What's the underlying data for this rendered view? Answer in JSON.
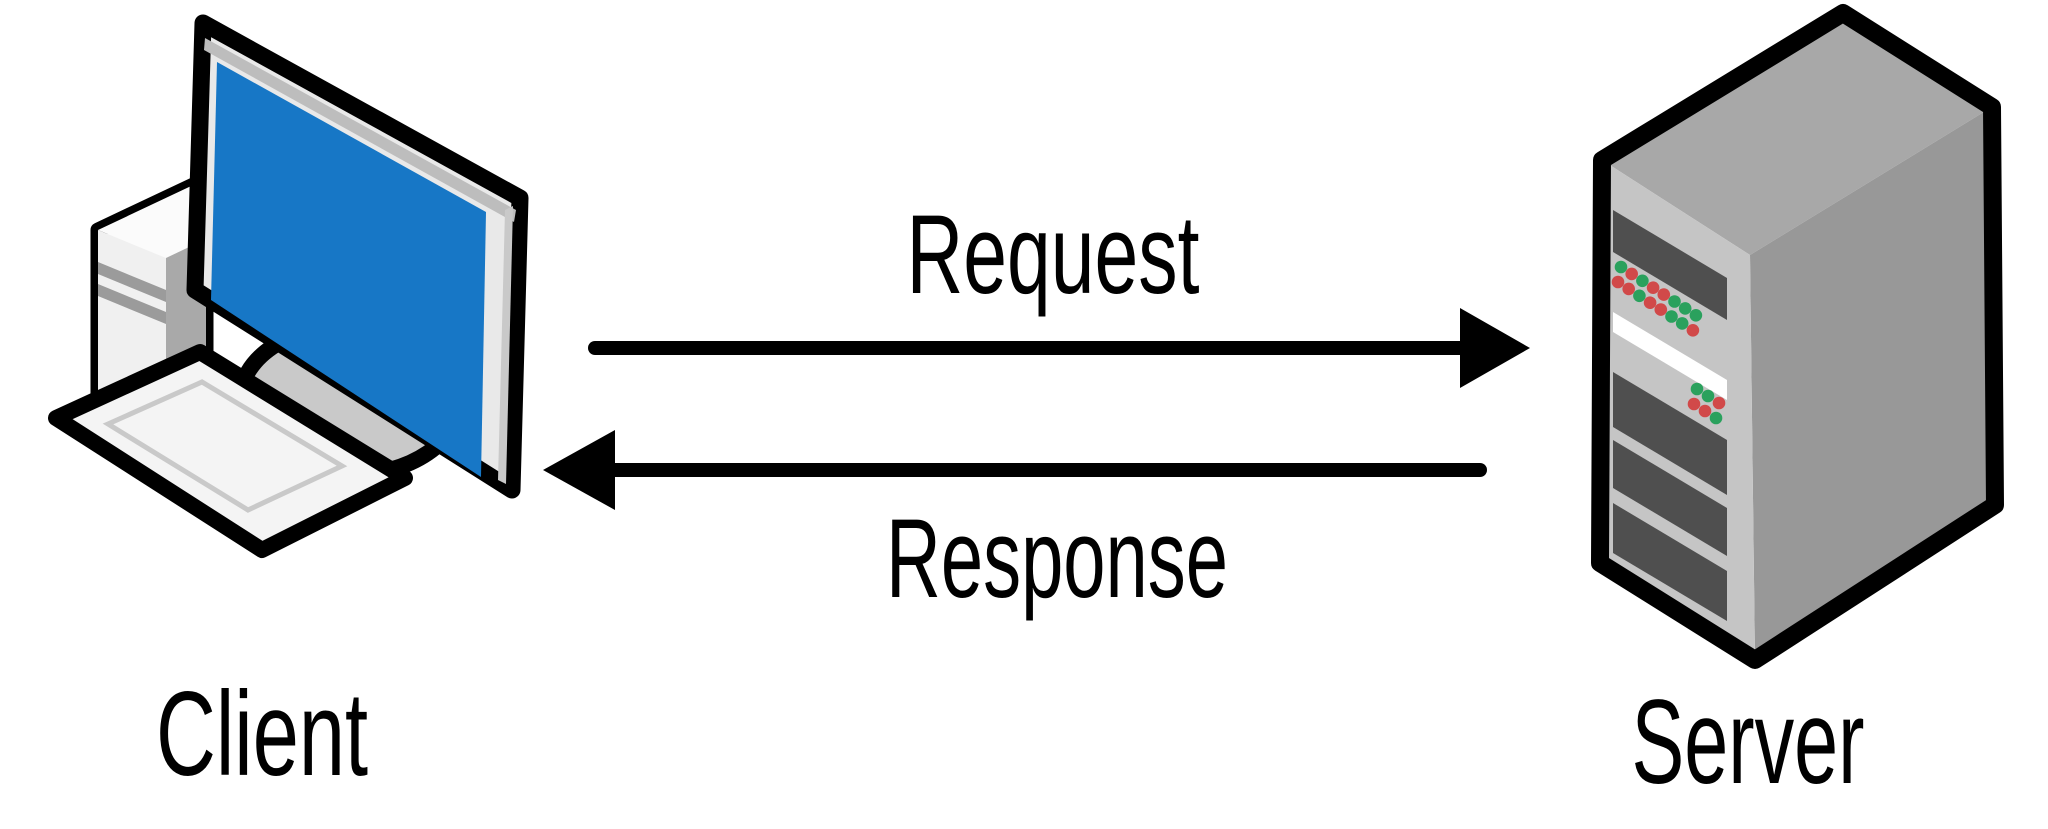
{
  "figure": {
    "type": "client-server-request-response-diagram",
    "background": "#FFFFFF",
    "nodes": [
      {
        "id": "client",
        "label": "Client",
        "icon": "desktop-computer-icon"
      },
      {
        "id": "server",
        "label": "Server",
        "icon": "server-tower-icon"
      }
    ],
    "arrows": [
      {
        "id": "request",
        "label": "Request",
        "from": "Client",
        "to": "Server",
        "direction": "right"
      },
      {
        "id": "response",
        "label": "Response",
        "from": "Server",
        "to": "Client",
        "direction": "left"
      }
    ],
    "colors": {
      "outline": "#000000",
      "arrow": "#000000",
      "text": "#000000",
      "screen_blue": "#1777C6",
      "monitor_bezel": "#E9E9E9",
      "monitor_shadow": "#BDBDBD",
      "monitor_side": "#C9C9C9",
      "tower_front": "#F0F0F0",
      "tower_top": "#FBFBFB",
      "tower_side": "#A9A9A9",
      "tower_stripe": "#9B9B9B",
      "stand": "#C9C9C9",
      "keyboard": "#F4F4F4",
      "keyboard_line": "#C9C9C9",
      "server_front": "#C5C5C5",
      "server_side": "#989898",
      "server_top": "#A8A8A8",
      "server_slot": "#4F4F4F",
      "server_stripe": "#FFFFFF",
      "led_green": "#2AA15D",
      "led_red": "#D14949"
    },
    "server_leds": {
      "panel_rows": [
        "grgrrggg",
        "rrgrrggr"
      ],
      "cluster_rows": [
        "ggr",
        "rrg"
      ]
    }
  }
}
